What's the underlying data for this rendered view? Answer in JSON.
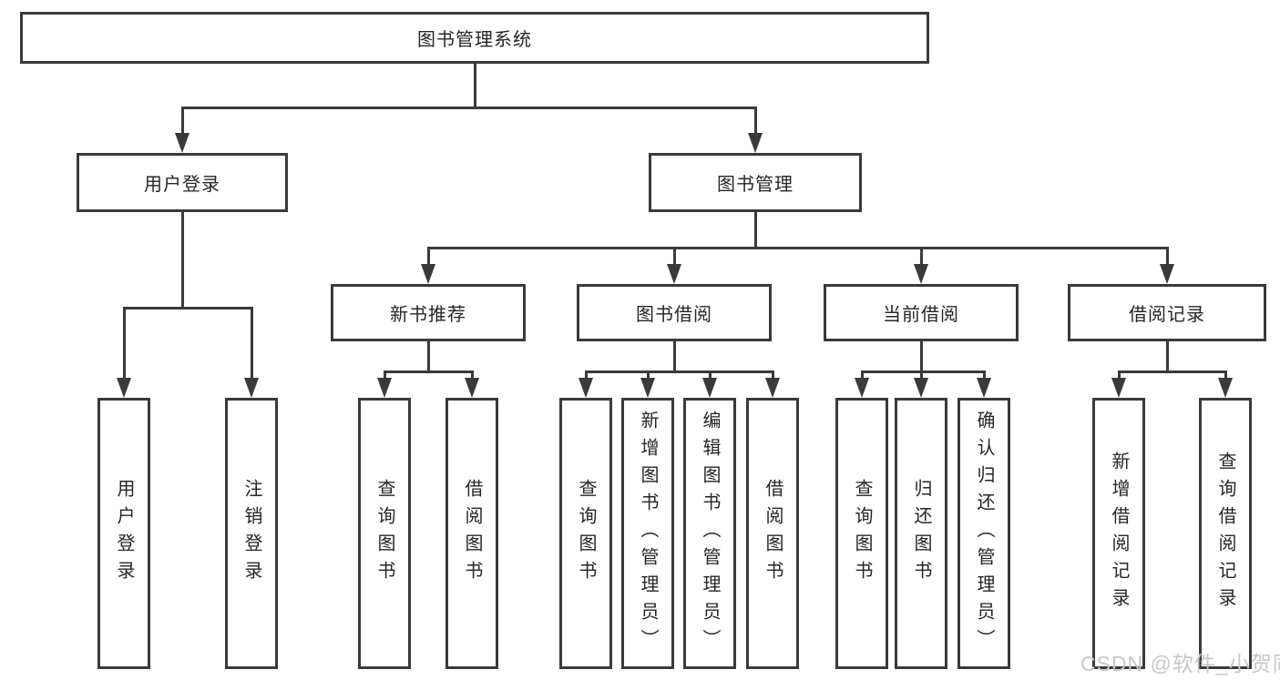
{
  "tree": {
    "root": {
      "label": "图书管理系统"
    },
    "branches": [
      {
        "label": "用户登录",
        "children": [
          {
            "label": "用户登录"
          },
          {
            "label": "注销登录"
          }
        ]
      },
      {
        "label": "图书管理",
        "children": [
          {
            "label": "新书推荐",
            "children": [
              {
                "label": "查询图书"
              },
              {
                "label": "借阅图书"
              }
            ]
          },
          {
            "label": "图书借阅",
            "children": [
              {
                "label": "查询图书"
              },
              {
                "label": "新增图书（管理员）"
              },
              {
                "label": "编辑图书（管理员）"
              },
              {
                "label": "借阅图书"
              }
            ]
          },
          {
            "label": "当前借阅",
            "children": [
              {
                "label": "查询图书"
              },
              {
                "label": "归还图书"
              },
              {
                "label": "确认归还（管理员）"
              }
            ]
          },
          {
            "label": "借阅记录",
            "children": [
              {
                "label": "新增借阅记录"
              },
              {
                "label": "查询借阅记录"
              }
            ]
          }
        ]
      }
    ]
  },
  "watermark": "CSDN @软件_小贺同学",
  "colors": {
    "line": "#3a3a3a",
    "text": "#262626",
    "watermark": "#c7c7c7",
    "background": "#ffffff"
  }
}
